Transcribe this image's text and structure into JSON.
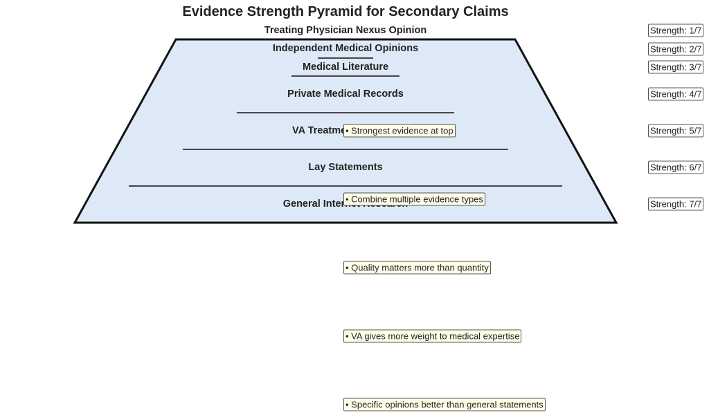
{
  "title": "Evidence Strength Pyramid for Secondary Claims",
  "colors": {
    "pyramid_fill": "#dde9f6",
    "outline": "#111111",
    "note_fill": "#fffce8"
  },
  "levels": [
    {
      "label": "Treating Physician Nexus Opinion",
      "strength": "Strength: 1/7"
    },
    {
      "label": "Independent Medical Opinions",
      "strength": "Strength: 2/7"
    },
    {
      "label": "Medical Literature",
      "strength": "Strength: 3/7"
    },
    {
      "label": "Private Medical Records",
      "strength": "Strength: 4/7"
    },
    {
      "label": "VA Treatment Records",
      "strength": "Strength: 5/7"
    },
    {
      "label": "Lay Statements",
      "strength": "Strength: 6/7"
    },
    {
      "label": "General Internet Research",
      "strength": "Strength: 7/7"
    }
  ],
  "notes": [
    "• Strongest evidence at top",
    "• Combine multiple evidence types",
    "• Quality matters more than quantity",
    "• VA gives more weight to medical expertise",
    "• Specific opinions better than general statements"
  ]
}
